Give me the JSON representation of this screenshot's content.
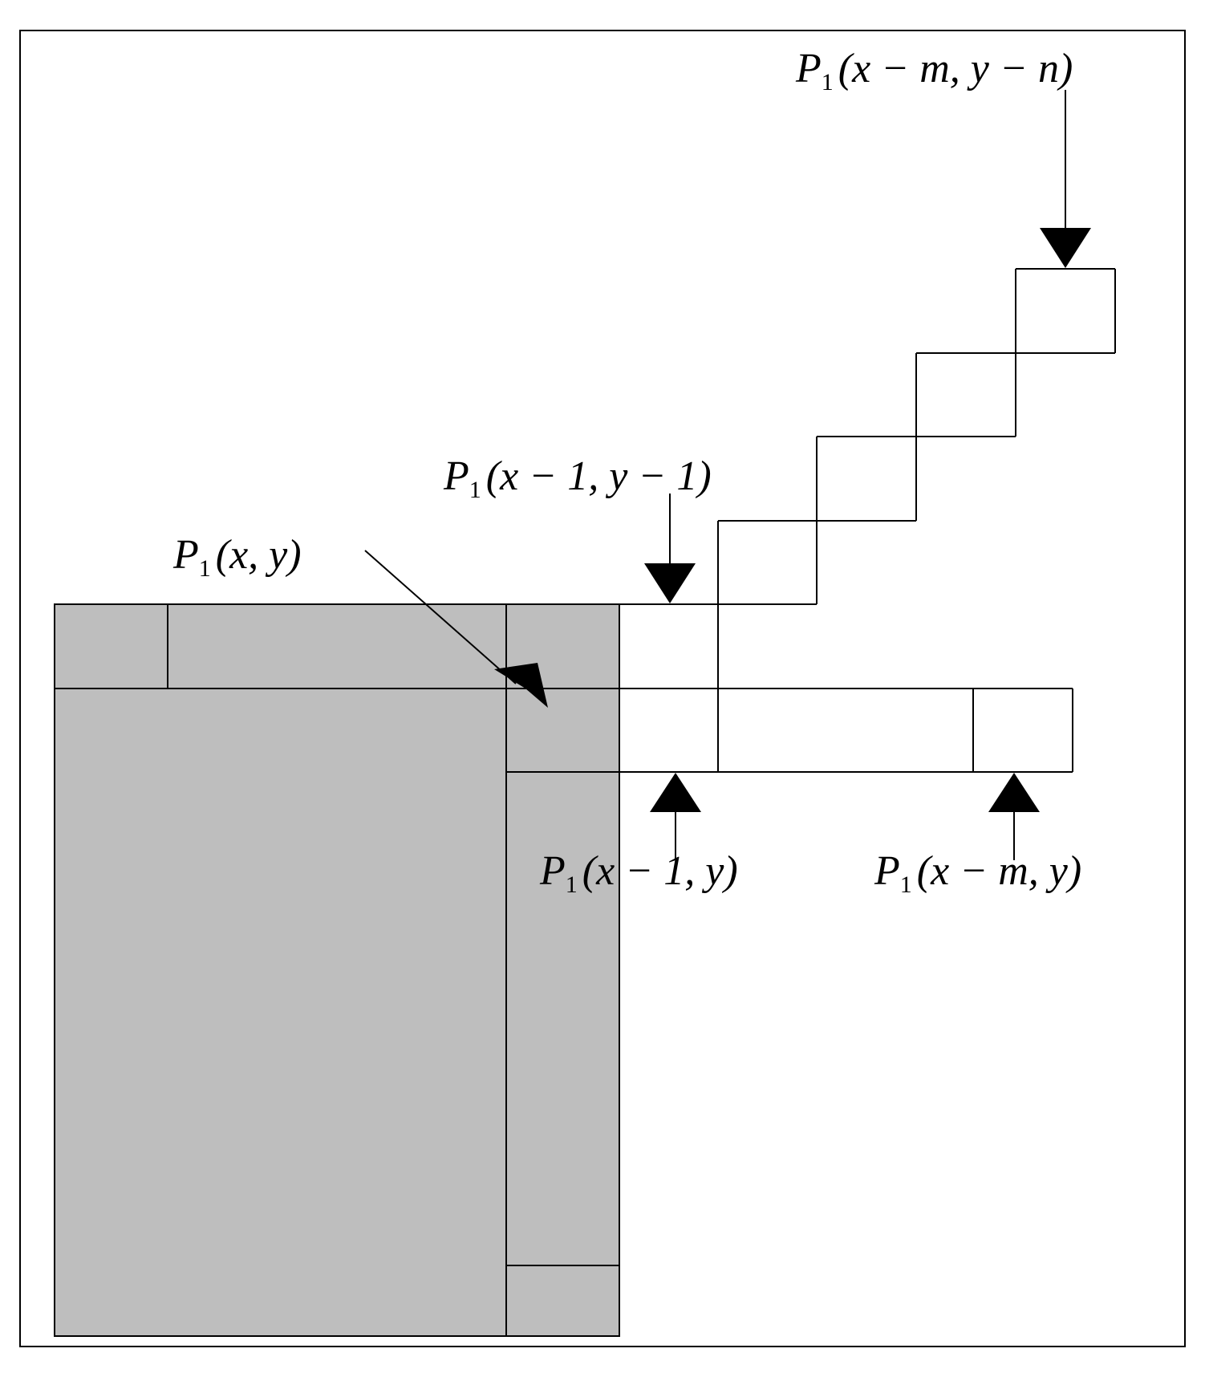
{
  "labels": {
    "p1_x_minus_m_y_minus_n": {
      "symbol": "P",
      "subscript": "1",
      "args": "(x − m, y − n)"
    },
    "p1_x_minus_1_y_minus_1": {
      "symbol": "P",
      "subscript": "1",
      "args": "(x − 1, y − 1)"
    },
    "p1_x_y": {
      "symbol": "P",
      "subscript": "1",
      "args": "(x, y)"
    },
    "p1_x_minus_1_y": {
      "symbol": "P",
      "subscript": "1",
      "args": "(x − 1, y)"
    },
    "p1_x_minus_m_y": {
      "symbol": "P",
      "subscript": "1",
      "args": "(x − m, y)"
    }
  },
  "colors": {
    "shaded_region": "#bebebe",
    "stroke": "#000000",
    "background": "#ffffff"
  }
}
